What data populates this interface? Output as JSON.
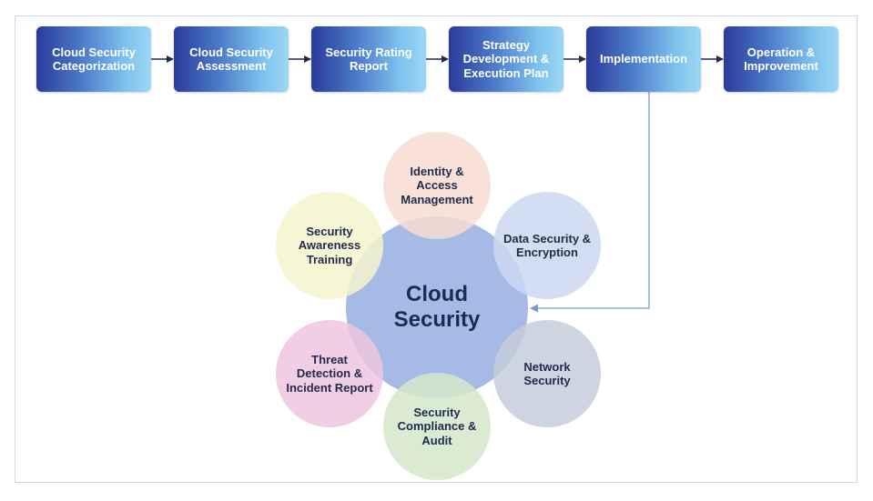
{
  "process": {
    "steps": [
      {
        "label": "Cloud Security Categorization"
      },
      {
        "label": "Cloud Security Assessment"
      },
      {
        "label": "Security Rating Report"
      },
      {
        "label": "Strategy Development & Execution Plan"
      },
      {
        "label": "Implementation"
      },
      {
        "label": "Operation & Improvement"
      }
    ]
  },
  "hub": {
    "label": "Cloud Security"
  },
  "petals": [
    {
      "label": "Identity & Access Management",
      "color": "#f7ddd0"
    },
    {
      "label": "Data Security & Encryption",
      "color": "#cdd8f0"
    },
    {
      "label": "Network Security",
      "color": "#c6ccda"
    },
    {
      "label": "Security Compliance & Audit",
      "color": "#d3e8c9"
    },
    {
      "label": "Threat Detection & Incident Report",
      "color": "#edc6de"
    },
    {
      "label": "Security Awareness Training",
      "color": "#f6f5cc"
    }
  ],
  "colors": {
    "step_gradient_start": "#2b3b9a",
    "step_gradient_end": "#9dd6f4",
    "connector": "#1f2a4e",
    "feedback_line": "#7a9cc8"
  }
}
